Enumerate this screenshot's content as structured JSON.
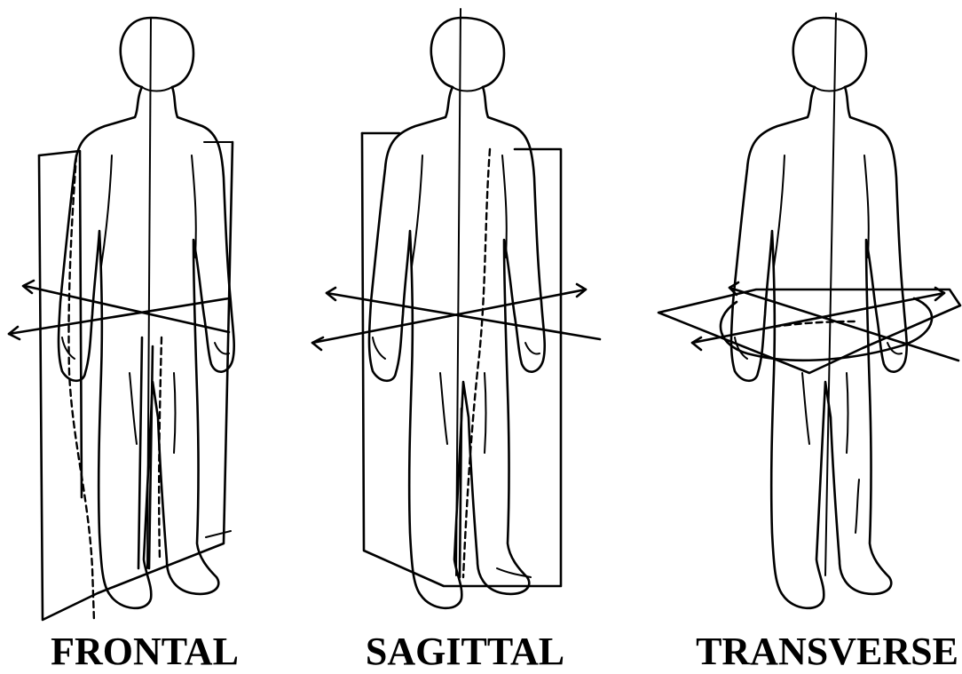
{
  "panels": [
    {
      "label": "FRONTAL"
    },
    {
      "label": "SAGITTAL"
    },
    {
      "label": "TRANSVERSE"
    }
  ]
}
